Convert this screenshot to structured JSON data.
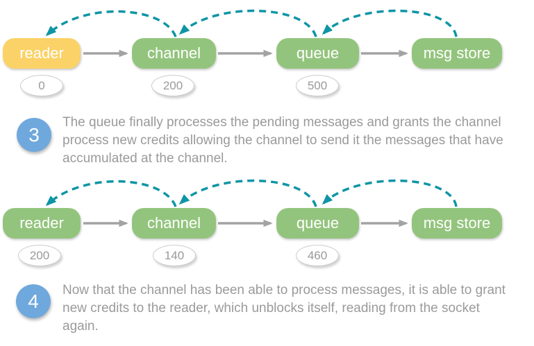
{
  "colors": {
    "node_green": "#93C47D",
    "node_yellow": "#FBD267",
    "credit_arc_teal": "#0E95A5",
    "flow_arrow_gray": "#A3A3A3",
    "step_circle_blue": "#6FA8DC",
    "badge_border_gray": "#CCCCCC",
    "text_gray": "#9A9A9A"
  },
  "diagrams": [
    {
      "name": "credit-flow-state-3",
      "nodes": [
        {
          "label": "reader",
          "color": "yellow",
          "count": "0"
        },
        {
          "label": "channel",
          "color": "green",
          "count": "200"
        },
        {
          "label": "queue",
          "color": "green",
          "count": "500"
        },
        {
          "label": "msg store",
          "color": "green",
          "count": ""
        }
      ]
    },
    {
      "name": "credit-flow-state-4",
      "nodes": [
        {
          "label": "reader",
          "color": "green",
          "count": "200"
        },
        {
          "label": "channel",
          "color": "green",
          "count": "140"
        },
        {
          "label": "queue",
          "color": "green",
          "count": "460"
        },
        {
          "label": "msg store",
          "color": "green",
          "count": ""
        }
      ]
    }
  ],
  "steps": [
    {
      "number": "3",
      "text": "The queue finally processes the pending messages and grants the channel process new credits allowing the channel to send it the messages that have accumulated at the channel."
    },
    {
      "number": "4",
      "text": "Now that the channel has been able to process messages, it is able to grant new credits to the reader, which unblocks itself, reading from the socket again."
    }
  ]
}
